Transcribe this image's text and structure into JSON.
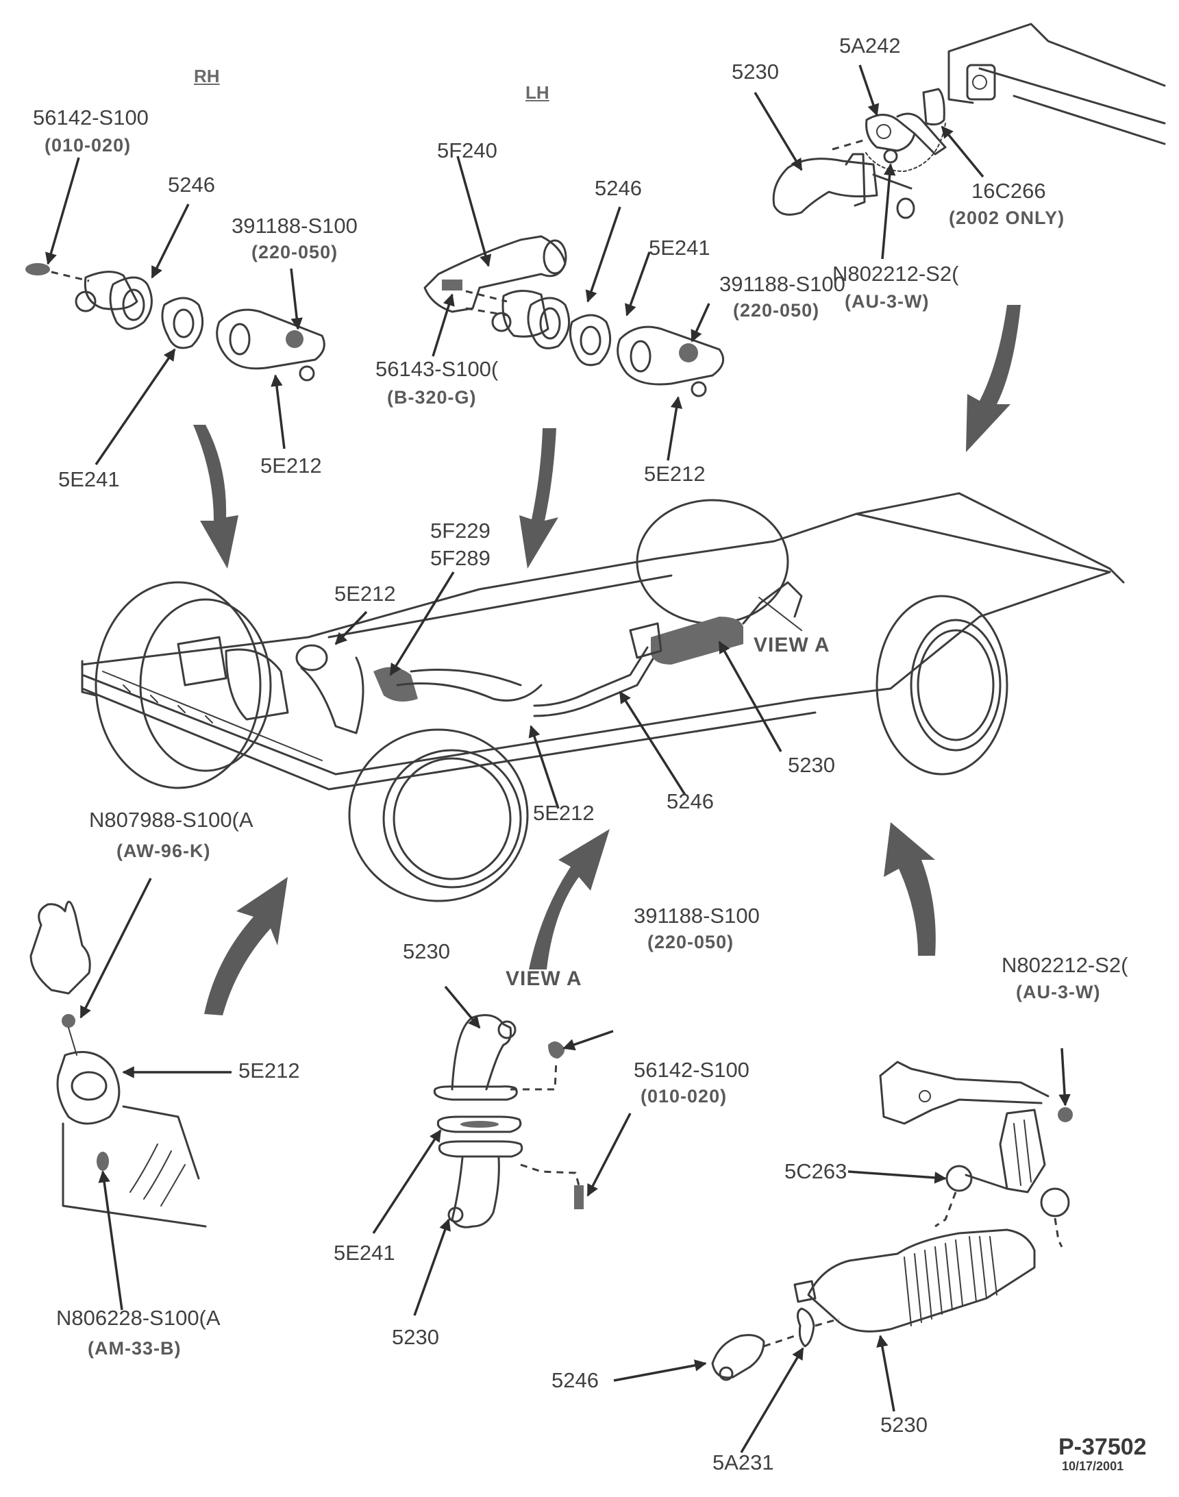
{
  "diagram": {
    "title_code": "P-37502",
    "date": "10/17/2001",
    "sections": {
      "rh": {
        "header": "RH",
        "labels": {
          "bolt": "56142-S100",
          "bolt_spec": "(010-020)",
          "pipe": "5246",
          "nut": "391188-S100",
          "nut_spec": "(220-050)",
          "gasket": "5E241",
          "manifold_flange": "5E212"
        }
      },
      "lh": {
        "header": "LH",
        "labels": {
          "bracket": "5F240",
          "pipe": "5246",
          "gasket": "5E241",
          "nut": "391188-S100",
          "nut_spec": "(220-050)",
          "stud": "56143-S100(",
          "stud_spec": "(B-320-G)",
          "manifold_flange": "5E212"
        }
      },
      "top_right": {
        "labels": {
          "pipe": "5230",
          "insulator": "5A242",
          "shield": "16C266",
          "shield_note": "(2002 ONLY)",
          "nut": "N802212-S2(",
          "nut_spec": "(AU-3-W)"
        }
      },
      "chassis": {
        "labels": {
          "sensor_a": "5F229",
          "sensor_b": "5F289",
          "flange_front": "5E212",
          "flange_rear": "5E212",
          "pipe": "5246",
          "converter": "5230",
          "view_ref": "VIEW A"
        }
      },
      "bottom_left": {
        "labels": {
          "bolt": "N807988-S100(A",
          "bolt_spec": "(AW-96-K)",
          "flange": "5E212",
          "stud": "N806228-S100(A",
          "stud_spec": "(AM-33-B)"
        }
      },
      "view_a": {
        "title": "VIEW A",
        "labels": {
          "pipe_upper": "5230",
          "nut": "391188-S100",
          "nut_spec": "(220-050)",
          "bolt": "56142-S100",
          "bolt_spec": "(010-020)",
          "gasket": "5E241",
          "pipe_lower": "5230"
        }
      },
      "bottom_right": {
        "labels": {
          "nut": "N802212-S2(",
          "nut_spec": "(AU-3-W)",
          "insulator": "5C263",
          "pipe": "5246",
          "clamp": "5A231",
          "converter": "5230"
        }
      }
    }
  }
}
